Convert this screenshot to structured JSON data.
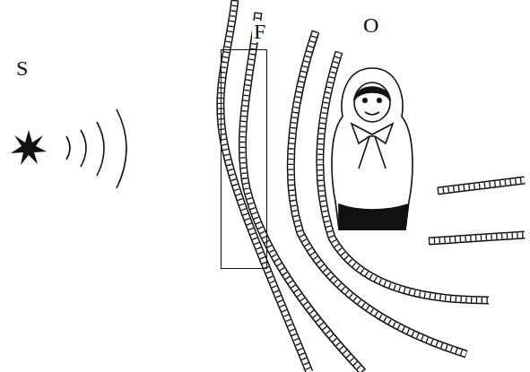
{
  "diagram": {
    "nodes": [
      {
        "text": [
          "F"
        ]
      }
    ],
    "labels": [
      "S",
      "O"
    ]
  }
}
